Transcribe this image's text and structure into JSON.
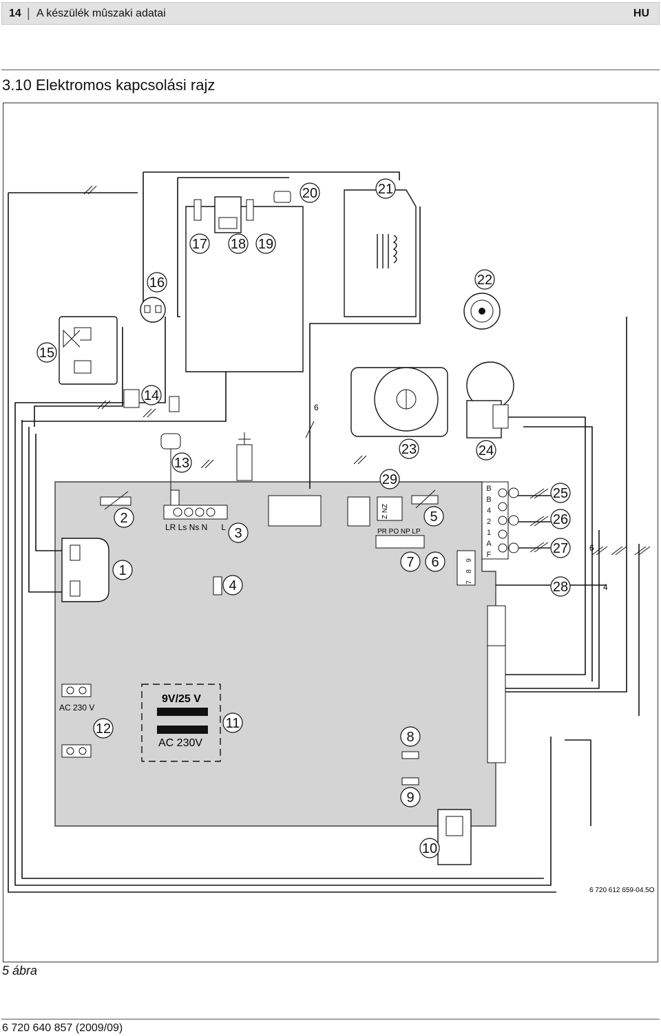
{
  "header": {
    "page_number": "14",
    "title": "A készülék mûszaki adatai",
    "language": "HU"
  },
  "section": {
    "heading": "3.10   Elektromos kapcsolási rajz"
  },
  "diagram": {
    "callouts": [
      "1",
      "2",
      "3",
      "4",
      "5",
      "6",
      "7",
      "8",
      "9",
      "10",
      "11",
      "12",
      "13",
      "14",
      "15",
      "16",
      "17",
      "18",
      "19",
      "20",
      "21",
      "22",
      "23",
      "24",
      "25",
      "26",
      "27",
      "28",
      "29"
    ],
    "terminal_labels": {
      "power_connector": "LR Ls Ns N      L",
      "pump_terminals": "PR PO NP LP",
      "nz_terminals": "Z NZ",
      "right_terminal_block": [
        "B",
        "B",
        "4",
        "2",
        "1",
        "A",
        "F"
      ],
      "small_connector": [
        "9",
        "8",
        "7"
      ]
    },
    "voltage_labels": {
      "mains": "AC 230 V",
      "transformer_secondary": "9V/25 V",
      "transformer_primary": "AC 230V"
    },
    "wire_counts": [
      "6",
      "6",
      "4"
    ],
    "figure_code": "6 720 612 659-04.5O"
  },
  "figure_caption": "5 ábra",
  "document_number": "6 720 640 857 (2009/09)"
}
